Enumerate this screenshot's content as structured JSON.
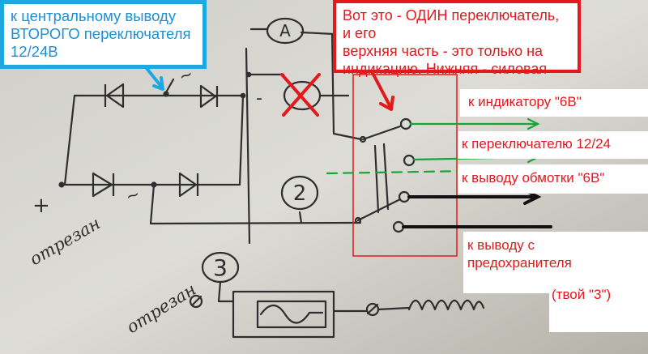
{
  "colors": {
    "paper": "#d6d5cf",
    "pencil": "#2b2b2b",
    "cyan": "#1ea7e0",
    "red": "#e3191c",
    "green": "#1aa33a",
    "white_panel": "#ffffff"
  },
  "callouts": {
    "cyan": "к центральному выводу\nВТОРОГО переключателя\n12/24В",
    "red": "Вот это - ОДИН переключатель, и его\nверхняя часть - это только на\nиндикацию.  Нижняя - силовая"
  },
  "labels": {
    "indicator_6v": "к индикатору \"6В\"",
    "switch_12_24": "к переключателю 12/24",
    "winding_6v": "к выводу обмотки \"6В\"",
    "fuse_output": "к выводу с\nпредохранителя",
    "yours_3": "(твой \"3\")"
  },
  "sketch": {
    "meters": [
      "A",
      "2",
      "3"
    ],
    "cut_wire_note": "отрезан",
    "pencil_marks": [
      "~",
      "-",
      "+"
    ]
  }
}
